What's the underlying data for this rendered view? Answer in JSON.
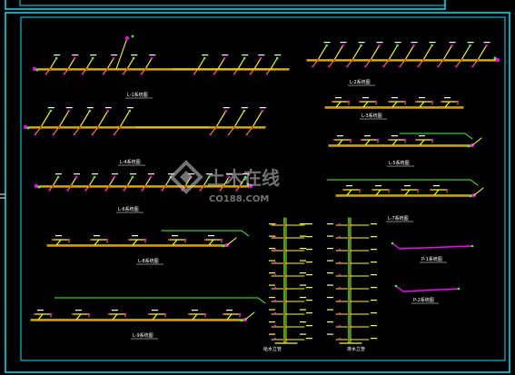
{
  "drawing": {
    "background": "#000000",
    "frame_color": "#00e5ff",
    "pipe_colors": {
      "main": "#ffff00",
      "branch": "#ff8c00",
      "valve": "#ff00ff",
      "green": "#33ff33",
      "red": "#ff3030",
      "white": "#ffffff"
    }
  },
  "diagrams": [
    {
      "id": "diag-1",
      "label": "L-1系统图"
    },
    {
      "id": "diag-2",
      "label": "L-2系统图"
    },
    {
      "id": "diag-3",
      "label": "L-3系统图"
    },
    {
      "id": "diag-4",
      "label": "L-4系统图"
    },
    {
      "id": "diag-5",
      "label": "L-5系统图"
    },
    {
      "id": "diag-6",
      "label": "L-6系统图"
    },
    {
      "id": "diag-7",
      "label": "L-7系统图"
    },
    {
      "id": "diag-8",
      "label": "L-8系统图"
    },
    {
      "id": "diag-9",
      "label": "L-9系统图"
    },
    {
      "id": "diag-10",
      "label": "P-1系统图"
    },
    {
      "id": "diag-11",
      "label": "P-2系统图"
    }
  ],
  "risers": [
    {
      "id": "riser-left",
      "label": "给水立管"
    },
    {
      "id": "riser-right",
      "label": "排水立管"
    }
  ],
  "watermark": {
    "text": "土木在线",
    "subtext": "CO188.COM"
  }
}
